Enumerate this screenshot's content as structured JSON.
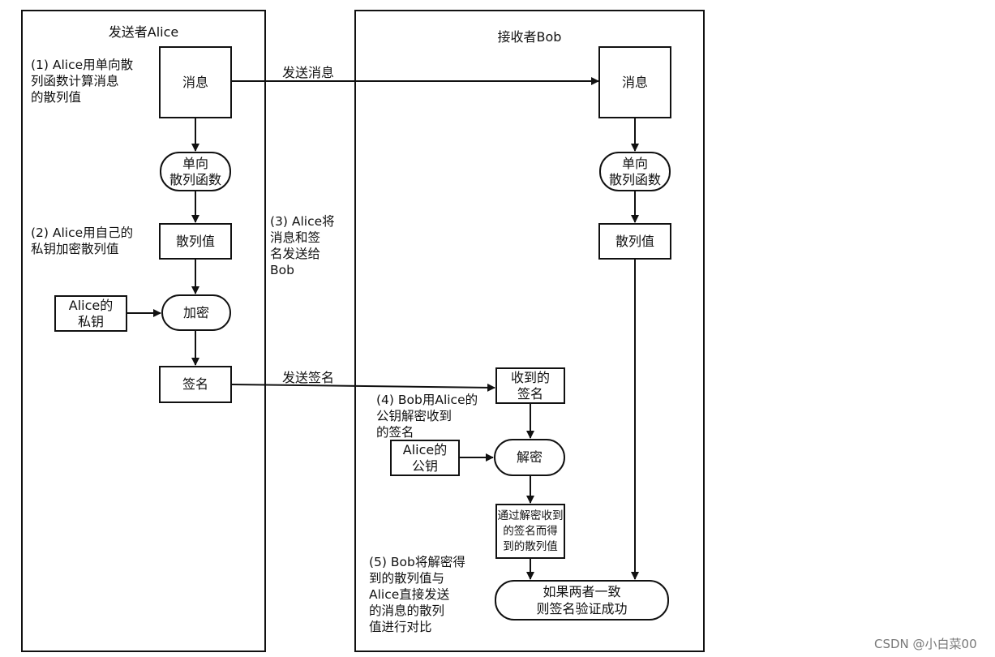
{
  "sender": {
    "title": "发送者Alice",
    "message": "消息",
    "hash_fn": "单向\n散列函数",
    "hash_value": "散列值",
    "private_key": "Alice的\n私钥",
    "encrypt": "加密",
    "signature": "签名",
    "step1": "(1) Alice用单向散\n列函数计算消息\n的散列值",
    "step2": "(2) Alice用自己的\n私钥加密散列值"
  },
  "transfer": {
    "send_message": "发送消息",
    "send_signature": "发送签名",
    "step3": "(3) Alice将\n消息和签\n名发送给\nBob"
  },
  "receiver": {
    "title": "接收者Bob",
    "message": "消息",
    "hash_fn": "单向\n散列函数",
    "hash_value": "散列值",
    "received_signature": "收到的\n签名",
    "public_key": "Alice的\n公钥",
    "decrypt": "解密",
    "decrypted_hash": "通过解密收到\n的签名而得\n到的散列值",
    "verify": "如果两者一致\n则签名验证成功",
    "step4": "(4) Bob用Alice的\n公钥解密收到\n的签名",
    "step5": "(5) Bob将解密得\n到的散列值与\nAlice直接发送\n的消息的散列\n值进行对比"
  },
  "watermark": "CSDN @小白菜00"
}
